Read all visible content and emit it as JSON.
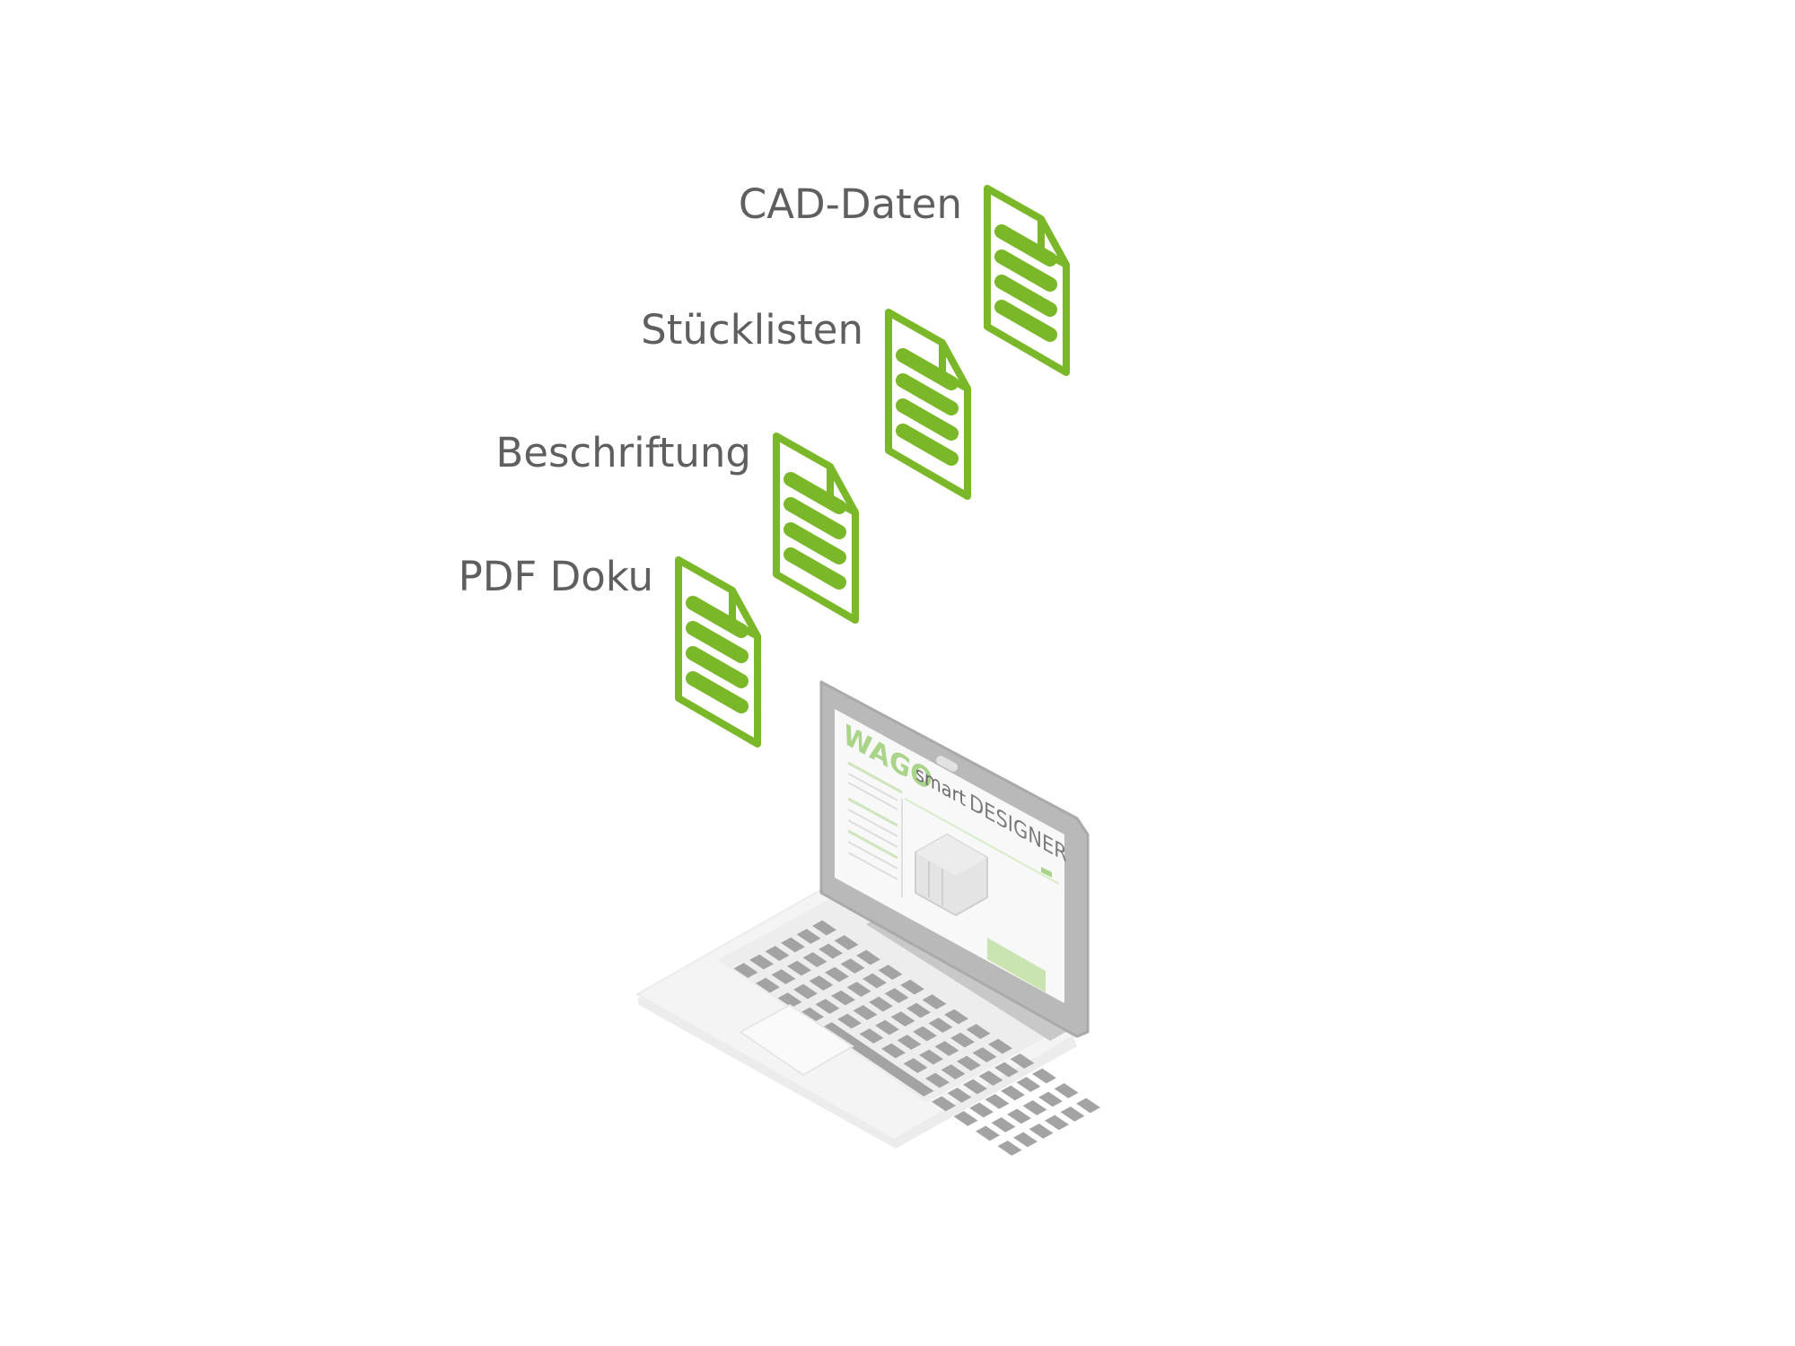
{
  "labels": {
    "cad": "CAD-Daten",
    "stueck": "Stücklisten",
    "beschr": "Beschriftung",
    "pdf": "PDF Doku"
  },
  "screen": {
    "brand": "WAGO",
    "product_smart": "smart",
    "product_designer": "DESIGNER"
  },
  "icons": {
    "document": "document-icon",
    "laptop": "laptop-icon"
  },
  "colors": {
    "accent": "#7ab829",
    "text": "#5f5f5f",
    "bezel": "#b9b9b9",
    "base": "#f4f4f4",
    "keys": "#a3a3a3"
  }
}
